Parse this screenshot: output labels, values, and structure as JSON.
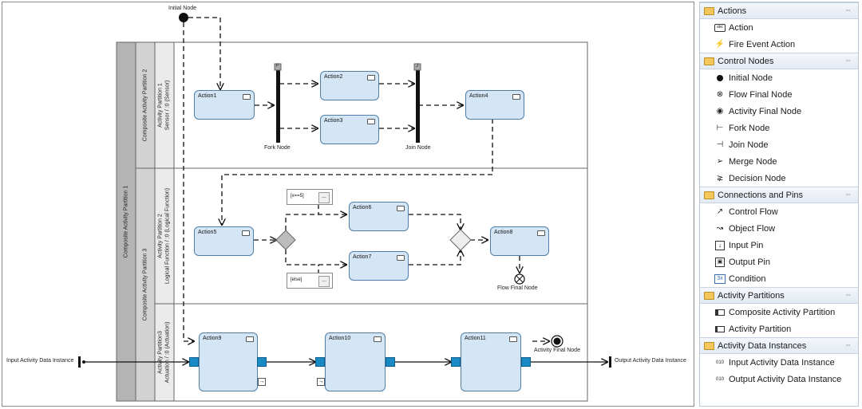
{
  "diagram": {
    "labels": {
      "initial_node": "Initial Node",
      "fork_node": "Fork Node",
      "join_node": "Join Node",
      "flow_final_node": "Flow Final Node",
      "activity_final_node": "Activity Final Node",
      "input_instance": "Input Activity Data Instance",
      "output_instance": "Output Activity Data Instance",
      "fork_marker": "F",
      "join_marker": "J"
    },
    "partitions": {
      "outer": "Composite Activity Partition 1",
      "composite2": "Composite Activity Partition 2",
      "composite3": "Composite Activity Partition 3",
      "p1": [
        "Activity Partition 1",
        "Sensor / :0 (Sensor)"
      ],
      "p2": [
        "Activity Partition 2",
        "Logical Function / :0 (Logical Function)"
      ],
      "p3": [
        "Activity Partition3",
        "Actuation / :0 (Actuation)"
      ]
    },
    "actions": {
      "a1": "Action1",
      "a2": "Action2",
      "a3": "Action3",
      "a4": "Action4",
      "a5": "Action5",
      "a6": "Action6",
      "a7": "Action7",
      "a8": "Action8",
      "a9": "Action9",
      "a10": "Action10",
      "a11": "Action11"
    },
    "conditions": {
      "c1": "[x==5]",
      "c2": "[else]",
      "button": "..."
    }
  },
  "palette": {
    "categories": [
      {
        "label": "Actions",
        "items": [
          {
            "label": "Action",
            "icon": "action-icon"
          },
          {
            "label": "Fire Event Action",
            "icon": "fire-event-icon"
          }
        ]
      },
      {
        "label": "Control Nodes",
        "items": [
          {
            "label": "Initial Node",
            "icon": "initial-node-icon"
          },
          {
            "label": "Flow Final Node",
            "icon": "flow-final-icon"
          },
          {
            "label": "Activity Final Node",
            "icon": "activity-final-icon"
          },
          {
            "label": "Fork Node",
            "icon": "fork-node-icon"
          },
          {
            "label": "Join Node",
            "icon": "join-node-icon"
          },
          {
            "label": "Merge Node",
            "icon": "merge-node-icon"
          },
          {
            "label": "Decision Node",
            "icon": "decision-node-icon"
          }
        ]
      },
      {
        "label": "Connections and Pins",
        "items": [
          {
            "label": "Control Flow",
            "icon": "control-flow-icon"
          },
          {
            "label": "Object Flow",
            "icon": "object-flow-icon"
          },
          {
            "label": "Input Pin",
            "icon": "input-pin-icon"
          },
          {
            "label": "Output Pin",
            "icon": "output-pin-icon"
          },
          {
            "label": "Condition",
            "icon": "condition-icon"
          }
        ]
      },
      {
        "label": "Activity Partitions",
        "items": [
          {
            "label": "Composite Activity Partition",
            "icon": "composite-partition-icon"
          },
          {
            "label": "Activity Partition",
            "icon": "activity-partition-icon"
          }
        ]
      },
      {
        "label": "Activity Data Instances",
        "items": [
          {
            "label": "Input Activity Data Instance",
            "icon": "input-data-instance-icon"
          },
          {
            "label": "Output Activity Data Instance",
            "icon": "output-data-instance-icon"
          }
        ]
      }
    ],
    "icon_glyphs": {
      "condition": "3x",
      "data_instance": "010",
      "collapse": "⇔"
    }
  }
}
